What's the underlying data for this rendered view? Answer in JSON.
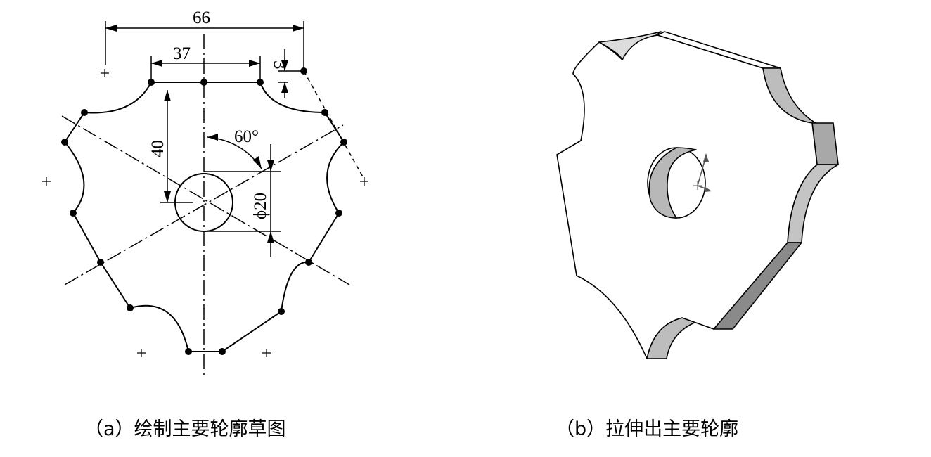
{
  "sketch": {
    "dim_overall_width": "66",
    "dim_flat_width": "37",
    "dim_offset": "3",
    "dim_height": "40",
    "dim_angle": "60°",
    "dim_hole": "ϕ20"
  },
  "captions": {
    "a": "（a）绘制主要轮廓草图",
    "b": "（b）拉伸出主要轮廓"
  }
}
